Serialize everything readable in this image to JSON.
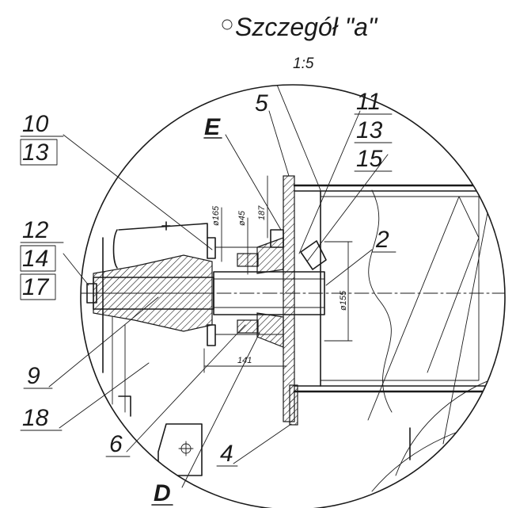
{
  "title": "Szczegół \"a\"",
  "scale": "1:5",
  "detail_letters": {
    "e": "E",
    "d": "D"
  },
  "part_numbers": {
    "p5": "5",
    "p11": "11",
    "p13_right": "13",
    "p15": "15",
    "p10": "10",
    "p13_left": "13",
    "p12": "12",
    "p14": "14",
    "p17": "17",
    "p2": "2",
    "p9": "9",
    "p18": "18",
    "p6": "6",
    "p4": "4"
  },
  "dimensions": {
    "d165": "ø165",
    "d45": "ø45",
    "d187": "187",
    "d155": "ø155",
    "d141": "141"
  }
}
